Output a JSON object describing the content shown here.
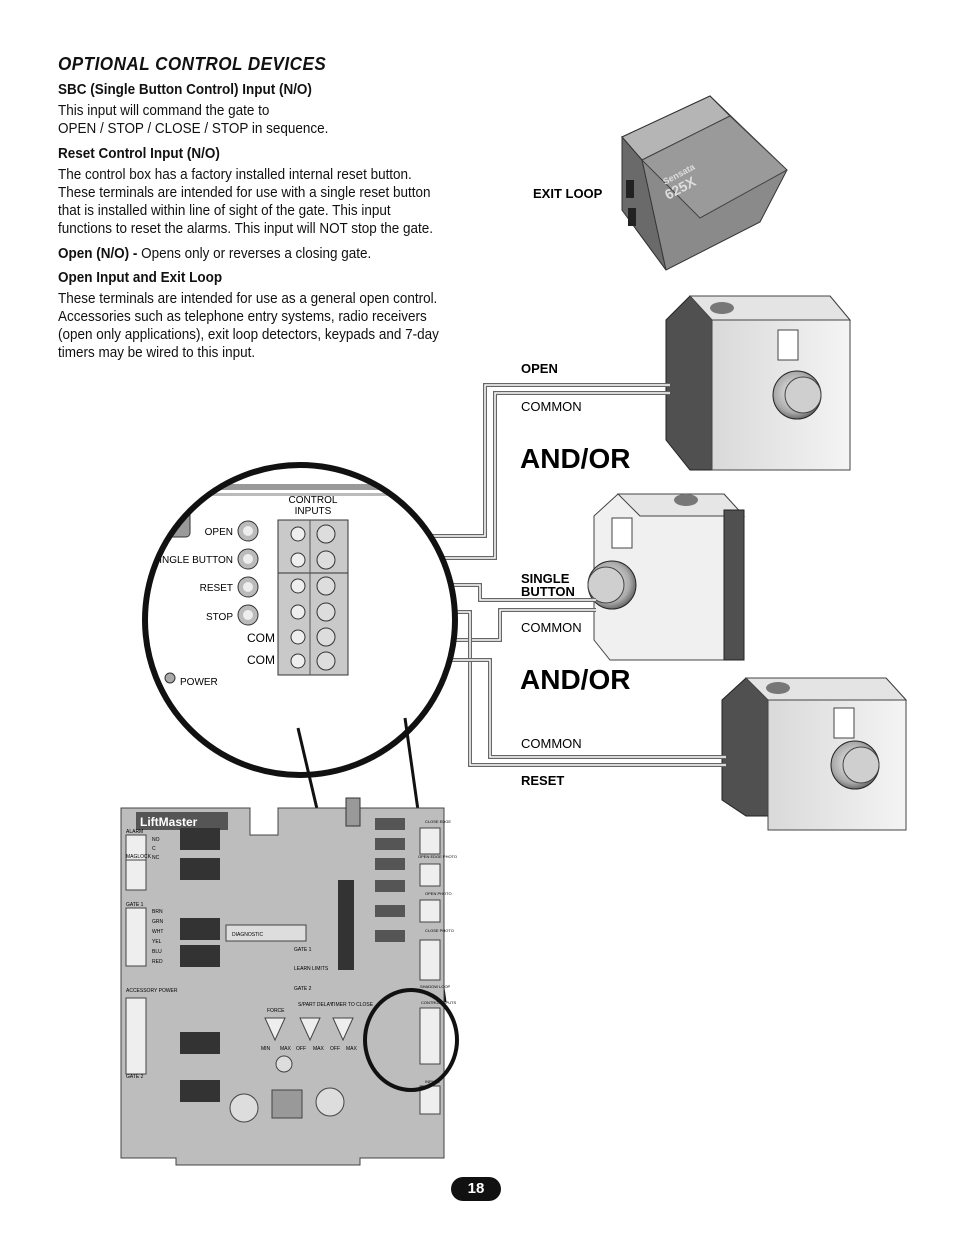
{
  "section_title": "OPTIONAL CONTROL DEVICES",
  "paragraphs": [
    {
      "heading": "SBC (Single Button Control) Input (N/O)",
      "lines": [
        "This input will command the gate to",
        "OPEN / STOP / CLOSE / STOP in sequence."
      ]
    },
    {
      "heading": "Reset Control Input (N/O)",
      "lines": [
        "The control box has a factory installed internal reset button.",
        "These terminals are intended for use with a single reset button",
        "that is installed within line of sight of the gate. This input",
        "functions to reset the alarms. This input will NOT stop the gate."
      ]
    },
    {
      "inline_bold": "Open (N/O) -",
      "inline_rest": " Opens only or reverses a closing gate."
    },
    {
      "heading": "Open Input and Exit Loop",
      "lines": [
        "These terminals are intended for use as a general open control.",
        "Accessories such as telephone entry systems, radio receivers",
        "(open only applications), exit loop detectors, keypads and 7-day",
        "timers may be wired to this input."
      ]
    }
  ],
  "diagram": {
    "exit_loop_label": "EXIT LOOP",
    "loop_detector_brand": "Sensata",
    "loop_detector_model": "625X",
    "open_label": "OPEN",
    "common_label_1": "COMMON",
    "and_or_1": "AND/OR",
    "single_button_label_1": "SINGLE",
    "single_button_label_2": "BUTTON",
    "common_label_2": "COMMON",
    "and_or_2": "AND/OR",
    "common_label_3": "COMMON",
    "reset_label": "RESET",
    "zoom": {
      "control_inputs_1": "CONTROL",
      "control_inputs_2": "INPUTS",
      "open": "OPEN",
      "single_button": "SINGLE BUTTON",
      "reset": "RESET",
      "stop": "STOP",
      "com1": "COM",
      "com2": "COM",
      "power": "POWER"
    },
    "board": {
      "brand": "LiftMaster",
      "groups": [
        "ALARM",
        "MAGLOCK",
        "GATE 1",
        "ACCESSORY POWER",
        "GATE 2"
      ],
      "terminals_alarm": [
        "NO",
        "C",
        "NC"
      ],
      "terminals_gate": [
        "BRN",
        "GRN",
        "WHT",
        "YEL",
        "BLU",
        "RED"
      ],
      "right_labels": [
        "CLOSE EDGE",
        "OPEN EDGE PHOTO",
        "OPEN PHOTO",
        "CLOSE PHOTO",
        "SHADOW LOOP",
        "CONTROL INPUTS",
        "INPUTS"
      ],
      "controls": [
        "DIAGNOSTIC",
        "GATE 1",
        "GATE 2",
        "LEARN LIMITS",
        "TIMER TO CLOSE",
        "FORCE",
        "S/PART DELAY"
      ],
      "dial_labels": [
        "MIN",
        "MAX",
        "OFF",
        "MAX",
        "OFF",
        "MAX"
      ]
    }
  },
  "page_number": "18"
}
